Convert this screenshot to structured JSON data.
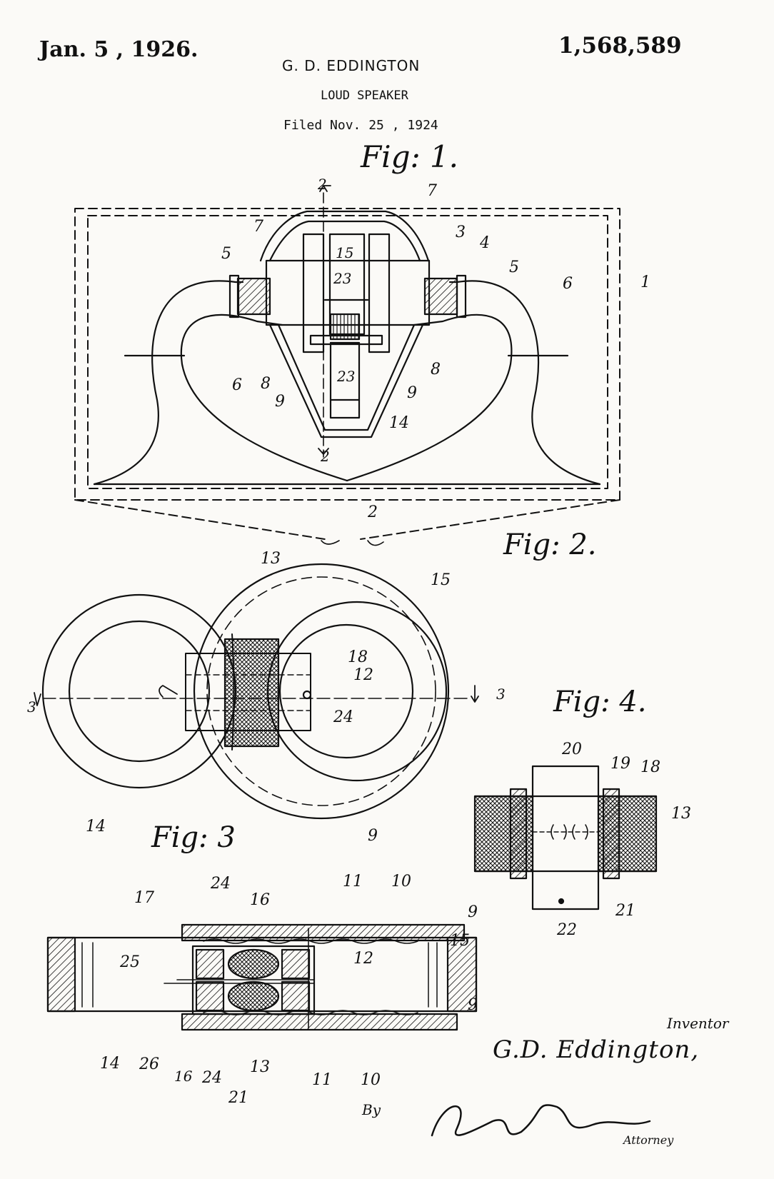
{
  "header": {
    "date": "Jan. 5 , 1926.",
    "patent_number": "1,568,589",
    "inventor_name": "G. D. EDDINGTON",
    "title": "LOUD SPEAKER",
    "filed": "Filed Nov. 25 , 1924"
  },
  "figures": {
    "fig1": {
      "label": "Fig: 1.",
      "section_ref": "2",
      "numerals": [
        "1",
        "2",
        "3",
        "4",
        "5",
        "5",
        "6",
        "6",
        "7",
        "7",
        "8",
        "8",
        "9",
        "9",
        "14",
        "15",
        "23",
        "23",
        "2"
      ]
    },
    "fig2": {
      "label": "Fig: 2.",
      "numerals": [
        "3",
        "3",
        "9",
        "12",
        "13",
        "14",
        "15",
        "18",
        "24"
      ]
    },
    "fig3": {
      "label": "Fig: 3",
      "numerals": [
        "9",
        "9",
        "10",
        "10",
        "11",
        "11",
        "12",
        "13",
        "14",
        "15",
        "16",
        "16",
        "17",
        "21",
        "24",
        "24",
        "25",
        "26"
      ]
    },
    "fig4": {
      "label": "Fig: 4.",
      "numerals": [
        "13",
        "18",
        "19",
        "20",
        "21",
        "22"
      ]
    }
  },
  "signature_block": {
    "inventor_label": "Inventor",
    "inventor_signature": "G.D. Eddington,",
    "by_label": "By",
    "attorney_signature": "Clarence A. O'Brien",
    "attorney_label": "Attorney"
  }
}
